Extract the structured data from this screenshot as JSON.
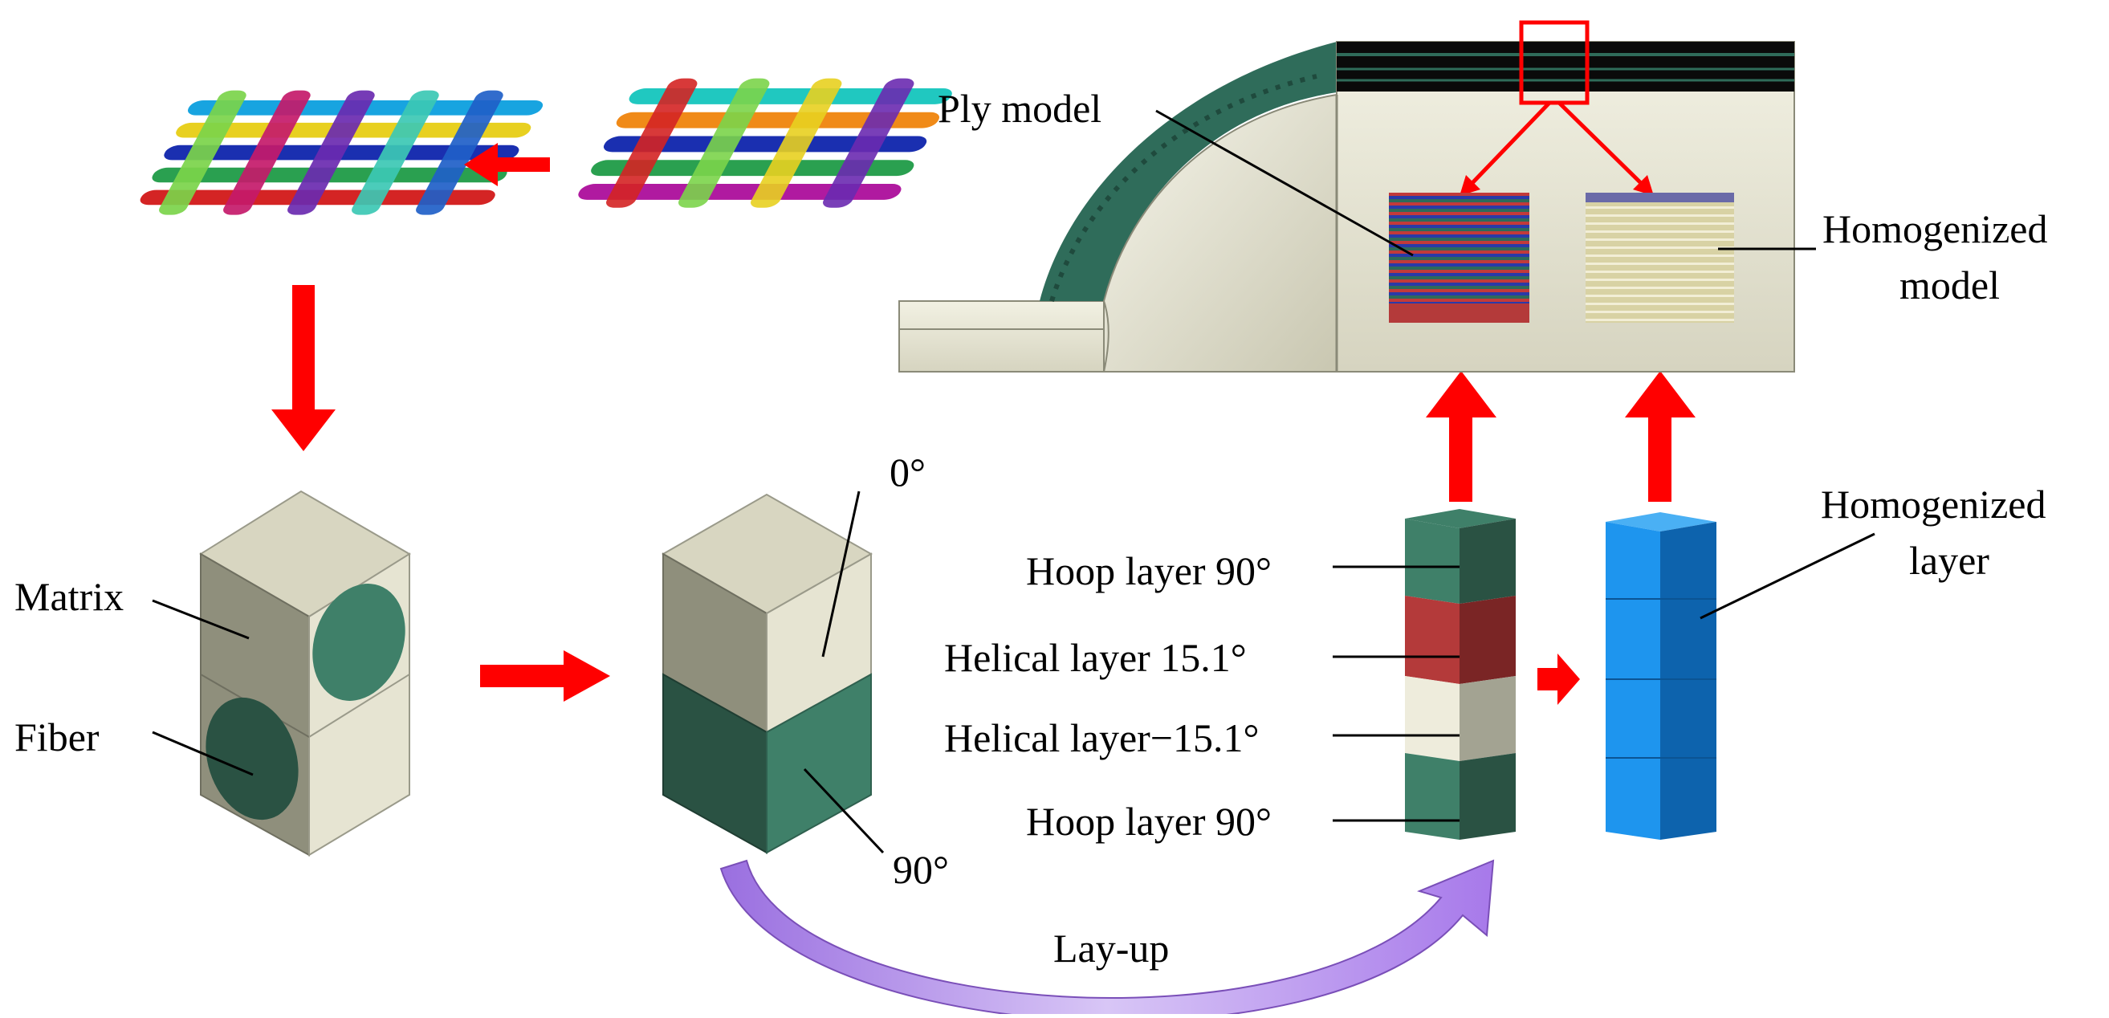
{
  "labels": {
    "ply_model": "Ply model",
    "homogenized_model_line1": "Homogenized",
    "homogenized_model_line2": "model",
    "matrix": "Matrix",
    "fiber": "Fiber",
    "angle_0": "0°",
    "angle_90": "90°",
    "hoop_layer_top": "Hoop layer 90°",
    "helical_pos": "Helical layer 15.1°",
    "helical_neg": "Helical layer−15.1°",
    "hoop_layer_bottom": "Hoop layer 90°",
    "homogenized_layer_line1": "Homogenized",
    "homogenized_layer_line2": "layer",
    "lay_up": "Lay-up"
  },
  "colors": {
    "arrow_red": "#ff0000",
    "cream_light": "#e6e4d2",
    "cream_mid": "#d8d6c1",
    "cream_dark": "#8f8f7c",
    "fiber_green": "#3f8069",
    "fiber_green_dark": "#2a5243",
    "helical_red": "#b43a3a",
    "helical_red_dark": "#7a2525",
    "blue_front": "#1e95ee",
    "blue_side": "#0d63ad",
    "layup_arrow": "#b58ee8"
  },
  "icons": {
    "weave_unit": "woven-fabric-unit-icon",
    "weave_expanded": "woven-fabric-expanded-icon",
    "vessel": "pressure-vessel-section-icon"
  }
}
